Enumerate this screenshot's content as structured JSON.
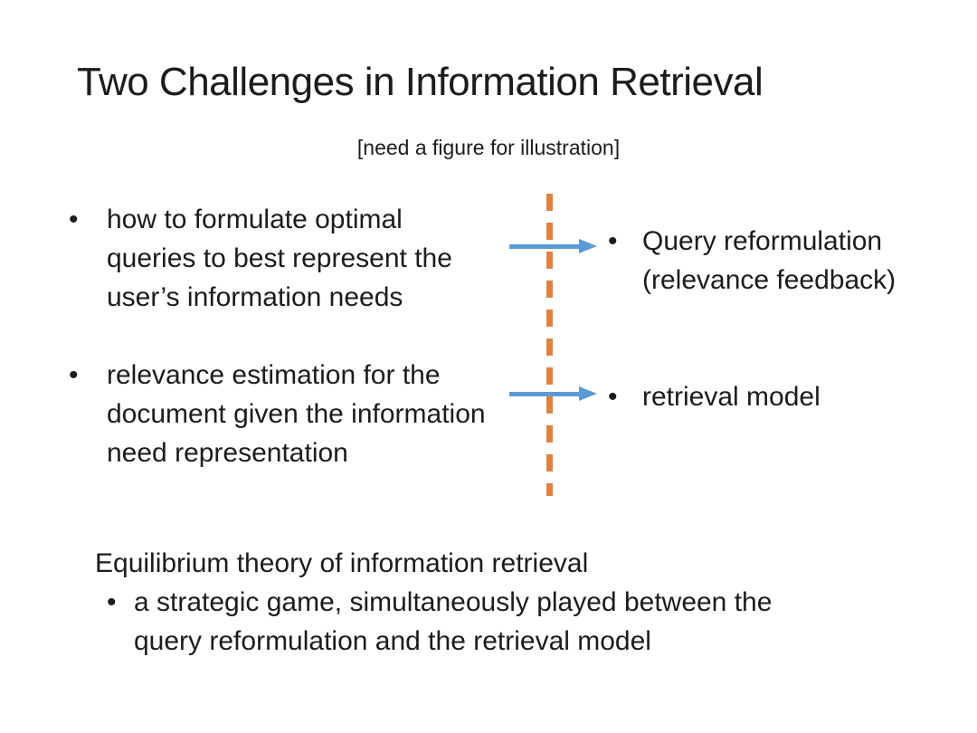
{
  "slide": {
    "title": "Two Challenges in Information Retrieval",
    "subtitle": "[need a figure for illustration]",
    "left_bullets": [
      {
        "lines": [
          "how to formulate optimal",
          "queries to best represent the",
          "user’s information needs"
        ]
      },
      {
        "lines": [
          "relevance estimation for the",
          "document given the information",
          "need representation"
        ]
      }
    ],
    "right_bullets": [
      {
        "lines": [
          "Query reformulation",
          "(relevance feedback)"
        ]
      },
      {
        "lines": [
          "retrieval model"
        ]
      }
    ],
    "bottom": {
      "heading": "Equilibrium theory of information retrieval",
      "bullet_lines": [
        "a strategic game, simultaneously played between the",
        "query reformulation and the retrieval model"
      ]
    },
    "colors": {
      "background": "#ffffff",
      "text": "#1c1c1c",
      "arrow_blue": "#5B9BD5",
      "divider_orange": "#DF823F"
    }
  }
}
